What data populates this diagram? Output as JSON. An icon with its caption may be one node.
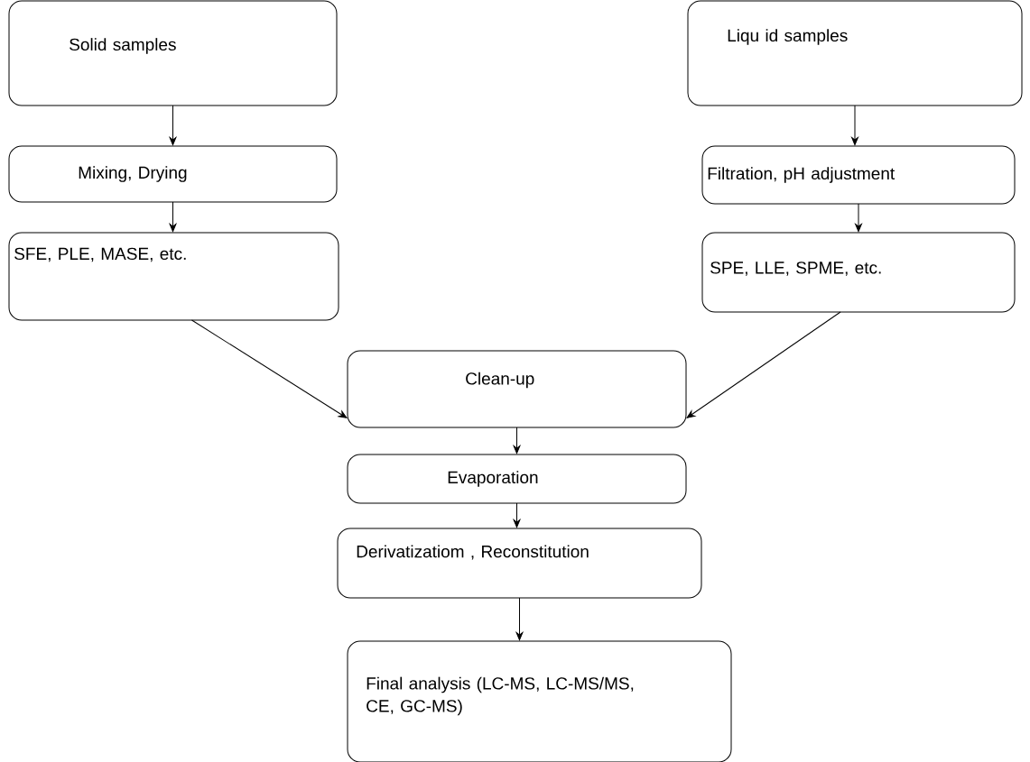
{
  "diagram": {
    "nodes": [
      {
        "text": [
          "Solid samples"
        ]
      },
      {
        "text": [
          "Liqu id samples"
        ]
      },
      {
        "text": [
          "Mixing, Drying"
        ]
      },
      {
        "text": [
          "Filtration, pH adjustment"
        ]
      },
      {
        "text": [
          "SFE, PLE,  MASE, etc."
        ]
      },
      {
        "text": [
          "SPE, LLE, SPME, etc."
        ]
      },
      {
        "text": [
          "Clean-up"
        ]
      },
      {
        "text": [
          "Evaporation"
        ]
      },
      {
        "text": [
          "Derivatizatiom , Reconstitution"
        ]
      },
      {
        "text": [
          "Final analysis (LC-MS, LC-MS/MS, CE, GC-MS)"
        ]
      }
    ],
    "edges": [
      {
        "from": 0,
        "to": 2,
        "arrow": "to"
      },
      {
        "from": 2,
        "to": 4,
        "arrow": "to"
      },
      {
        "from": 1,
        "to": 3,
        "arrow": "to"
      },
      {
        "from": 3,
        "to": 5,
        "arrow": "to"
      },
      {
        "from": 4,
        "to": 6,
        "arrow": "to"
      },
      {
        "from": 5,
        "to": 6,
        "arrow": "to"
      },
      {
        "from": 6,
        "to": 7,
        "arrow": "to"
      },
      {
        "from": 7,
        "to": 8,
        "arrow": "to"
      },
      {
        "from": 8,
        "to": 9,
        "arrow": "to"
      }
    ]
  }
}
